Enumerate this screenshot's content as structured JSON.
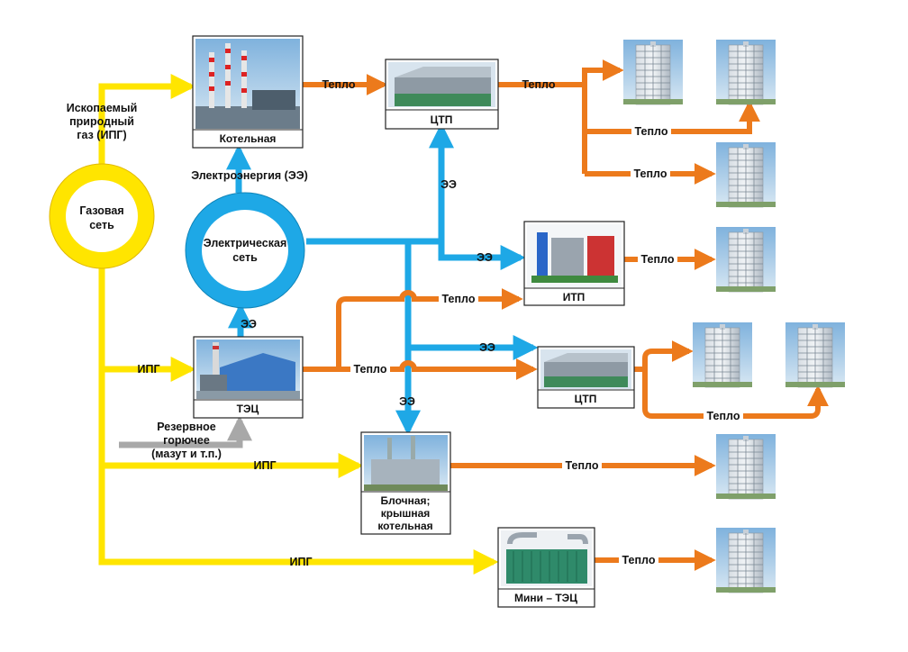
{
  "networks": {
    "gas": {
      "title_line1": "Газовая",
      "title_line2": "сеть"
    },
    "electric": {
      "title_line1": "Электрическая",
      "title_line2": "сеть"
    }
  },
  "nodes": {
    "boiler": "Котельная",
    "ctp_top": "ЦТП",
    "tec": "ТЭЦ",
    "itp": "ИТП",
    "ctp_mid": "ЦТП",
    "block_boiler": [
      "Блочная;",
      "крышная",
      "котельная"
    ],
    "mini_tec": "Мини – ТЭЦ"
  },
  "labels": {
    "gas_fuel": [
      "Ископаемый",
      "природный",
      "газ (ИПГ)"
    ],
    "electricity": "Электроэнергия (ЭЭ)",
    "heat": "Тепло",
    "ee": "ЭЭ",
    "ipg": "ИПГ",
    "reserve_fuel": [
      "Резервное",
      "горючее",
      "(мазут и т.п.)"
    ]
  },
  "colors": {
    "gas": "#FFE500",
    "electric": "#1EA8E6",
    "heat": "#EC7A1C",
    "reserve": "#A8A8A8"
  }
}
